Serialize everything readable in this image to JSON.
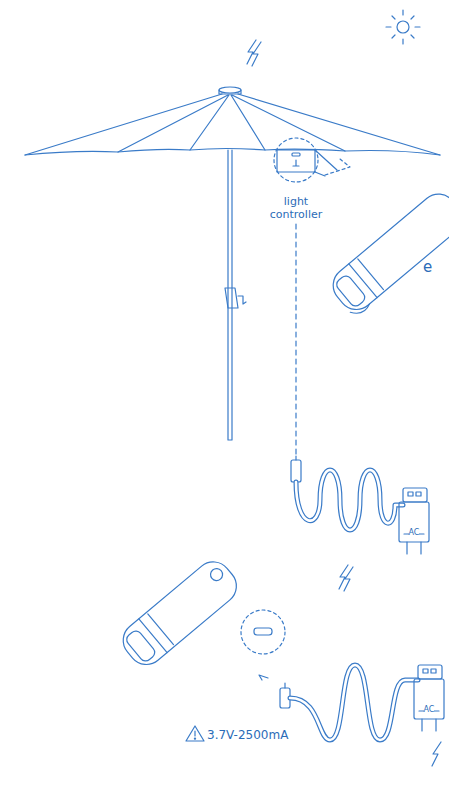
{
  "diagram": {
    "labels": [
      "light controller",
      "e",
      "AC",
      "AC",
      "3.7V-2500mA"
    ]
  }
}
